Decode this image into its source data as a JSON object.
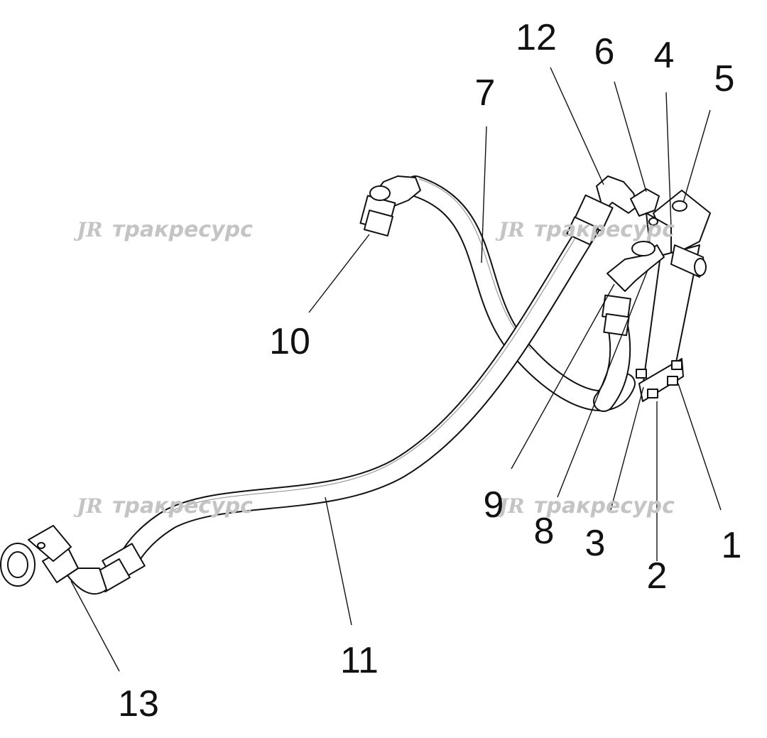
{
  "callouts": [
    "1",
    "2",
    "3",
    "4",
    "5",
    "6",
    "7",
    "8",
    "9",
    "10",
    "11",
    "12",
    "13"
  ],
  "watermark": {
    "logo": "JR",
    "text": "тракресурс"
  },
  "colors": {
    "line": "#111111",
    "watermark": "#c4c4c4",
    "background": "#ffffff"
  }
}
